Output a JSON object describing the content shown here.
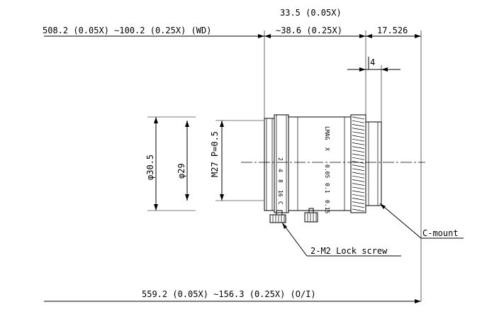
{
  "dimensions": {
    "wd": "508.2 (0.05X) ∼100.2 (0.25X) (WD)",
    "flange_top": "33.5 (0.05X)",
    "flange_bottom": "∼38.6 (0.25X)",
    "back_focus": "17.526",
    "mount_length": "4",
    "outer_diameter": "φ30.5",
    "inner_diameter": "φ29",
    "filter_thread": "M27 P=0.5",
    "oi": "559.2 (0.05X) ∼156.3 (0.25X) (O/I)"
  },
  "callouts": {
    "c_mount": "C-mount",
    "lock_screw": "2-M2 Lock screw"
  },
  "ring_scales": {
    "magnification": [
      "LMAG",
      "X",
      "0.05",
      "0.1",
      "0.15"
    ],
    "aperture": [
      "2",
      "4",
      "8",
      "16",
      "C"
    ]
  },
  "colors": {
    "line": "#000000",
    "background": "#ffffff"
  }
}
